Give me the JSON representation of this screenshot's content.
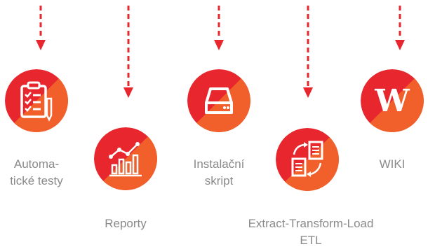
{
  "colors": {
    "red": "#e8262d",
    "orange": "#f26a2a",
    "arrow": "#e8262d",
    "label": "#8a8a8a",
    "icon": "#ffffff"
  },
  "steps": [
    {
      "icon": "clipboard-checklist-icon",
      "label_lines": [
        "Automa-",
        "tické testy"
      ]
    },
    {
      "icon": "bar-chart-trend-icon",
      "label_lines": [
        "Reporty"
      ]
    },
    {
      "icon": "hard-drive-icon",
      "label_lines": [
        "Instalační",
        "skript"
      ]
    },
    {
      "icon": "document-sync-icon",
      "label_lines": [
        "Extract-Transform-Load",
        "ETL"
      ]
    },
    {
      "icon": "wikipedia-w-icon",
      "label_lines": [
        "WIKI"
      ]
    }
  ],
  "wiki_letter": "W"
}
